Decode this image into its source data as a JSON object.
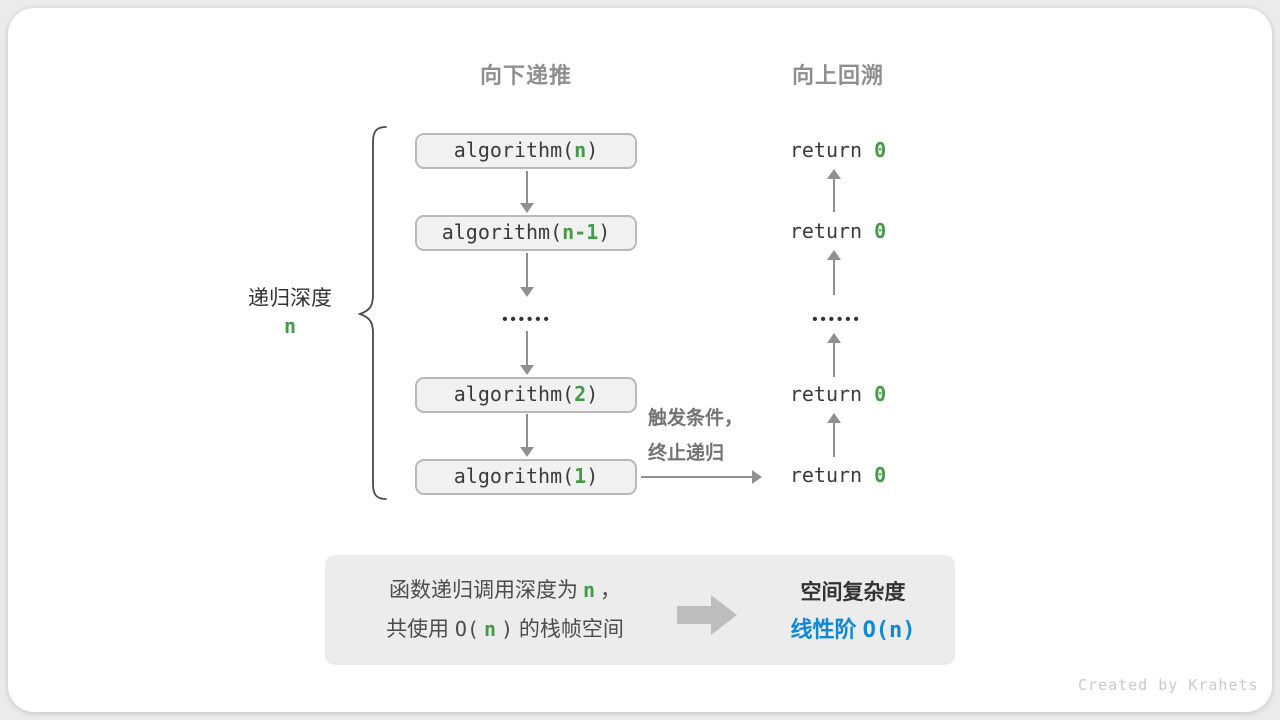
{
  "colors": {
    "green": "#459a47",
    "blue": "#1088d8",
    "arrow_gray": "#909090",
    "box_fill": "#f1f1f1",
    "box_border": "#b9b9b9"
  },
  "headers": {
    "down": "向下递推",
    "up": "向上回溯"
  },
  "depth": {
    "label": "递归深度",
    "value": "n"
  },
  "stack": {
    "frames": [
      {
        "pre": "algorithm(",
        "arg": "n",
        "post": ")"
      },
      {
        "pre": "algorithm(",
        "arg": "n-1",
        "post": ")"
      },
      {
        "pre": "algorithm(",
        "arg": "2",
        "post": ")"
      },
      {
        "pre": "algorithm(",
        "arg": "1",
        "post": ")"
      }
    ],
    "ellipsis": "••••••"
  },
  "returns": {
    "items": [
      {
        "pre": "return ",
        "val": "0"
      },
      {
        "pre": "return ",
        "val": "0"
      },
      {
        "pre": "return ",
        "val": "0"
      },
      {
        "pre": "return ",
        "val": "0"
      }
    ],
    "ellipsis": "••••••"
  },
  "trigger": {
    "line1": "触发条件，",
    "line2": "终止递归"
  },
  "summary": {
    "left": {
      "l1_pre": "函数递归调用深度为",
      "l1_arg": "n",
      "l1_post": "，",
      "l2_pre": "共使用 ",
      "l2_open": "O(",
      "l2_arg": "n",
      "l2_close": ")",
      "l2_post": " 的栈帧空间"
    },
    "right": {
      "title": "空间复杂度",
      "label": "线性阶 ",
      "code": "O(n)"
    }
  },
  "watermark": "Created by Krahets"
}
